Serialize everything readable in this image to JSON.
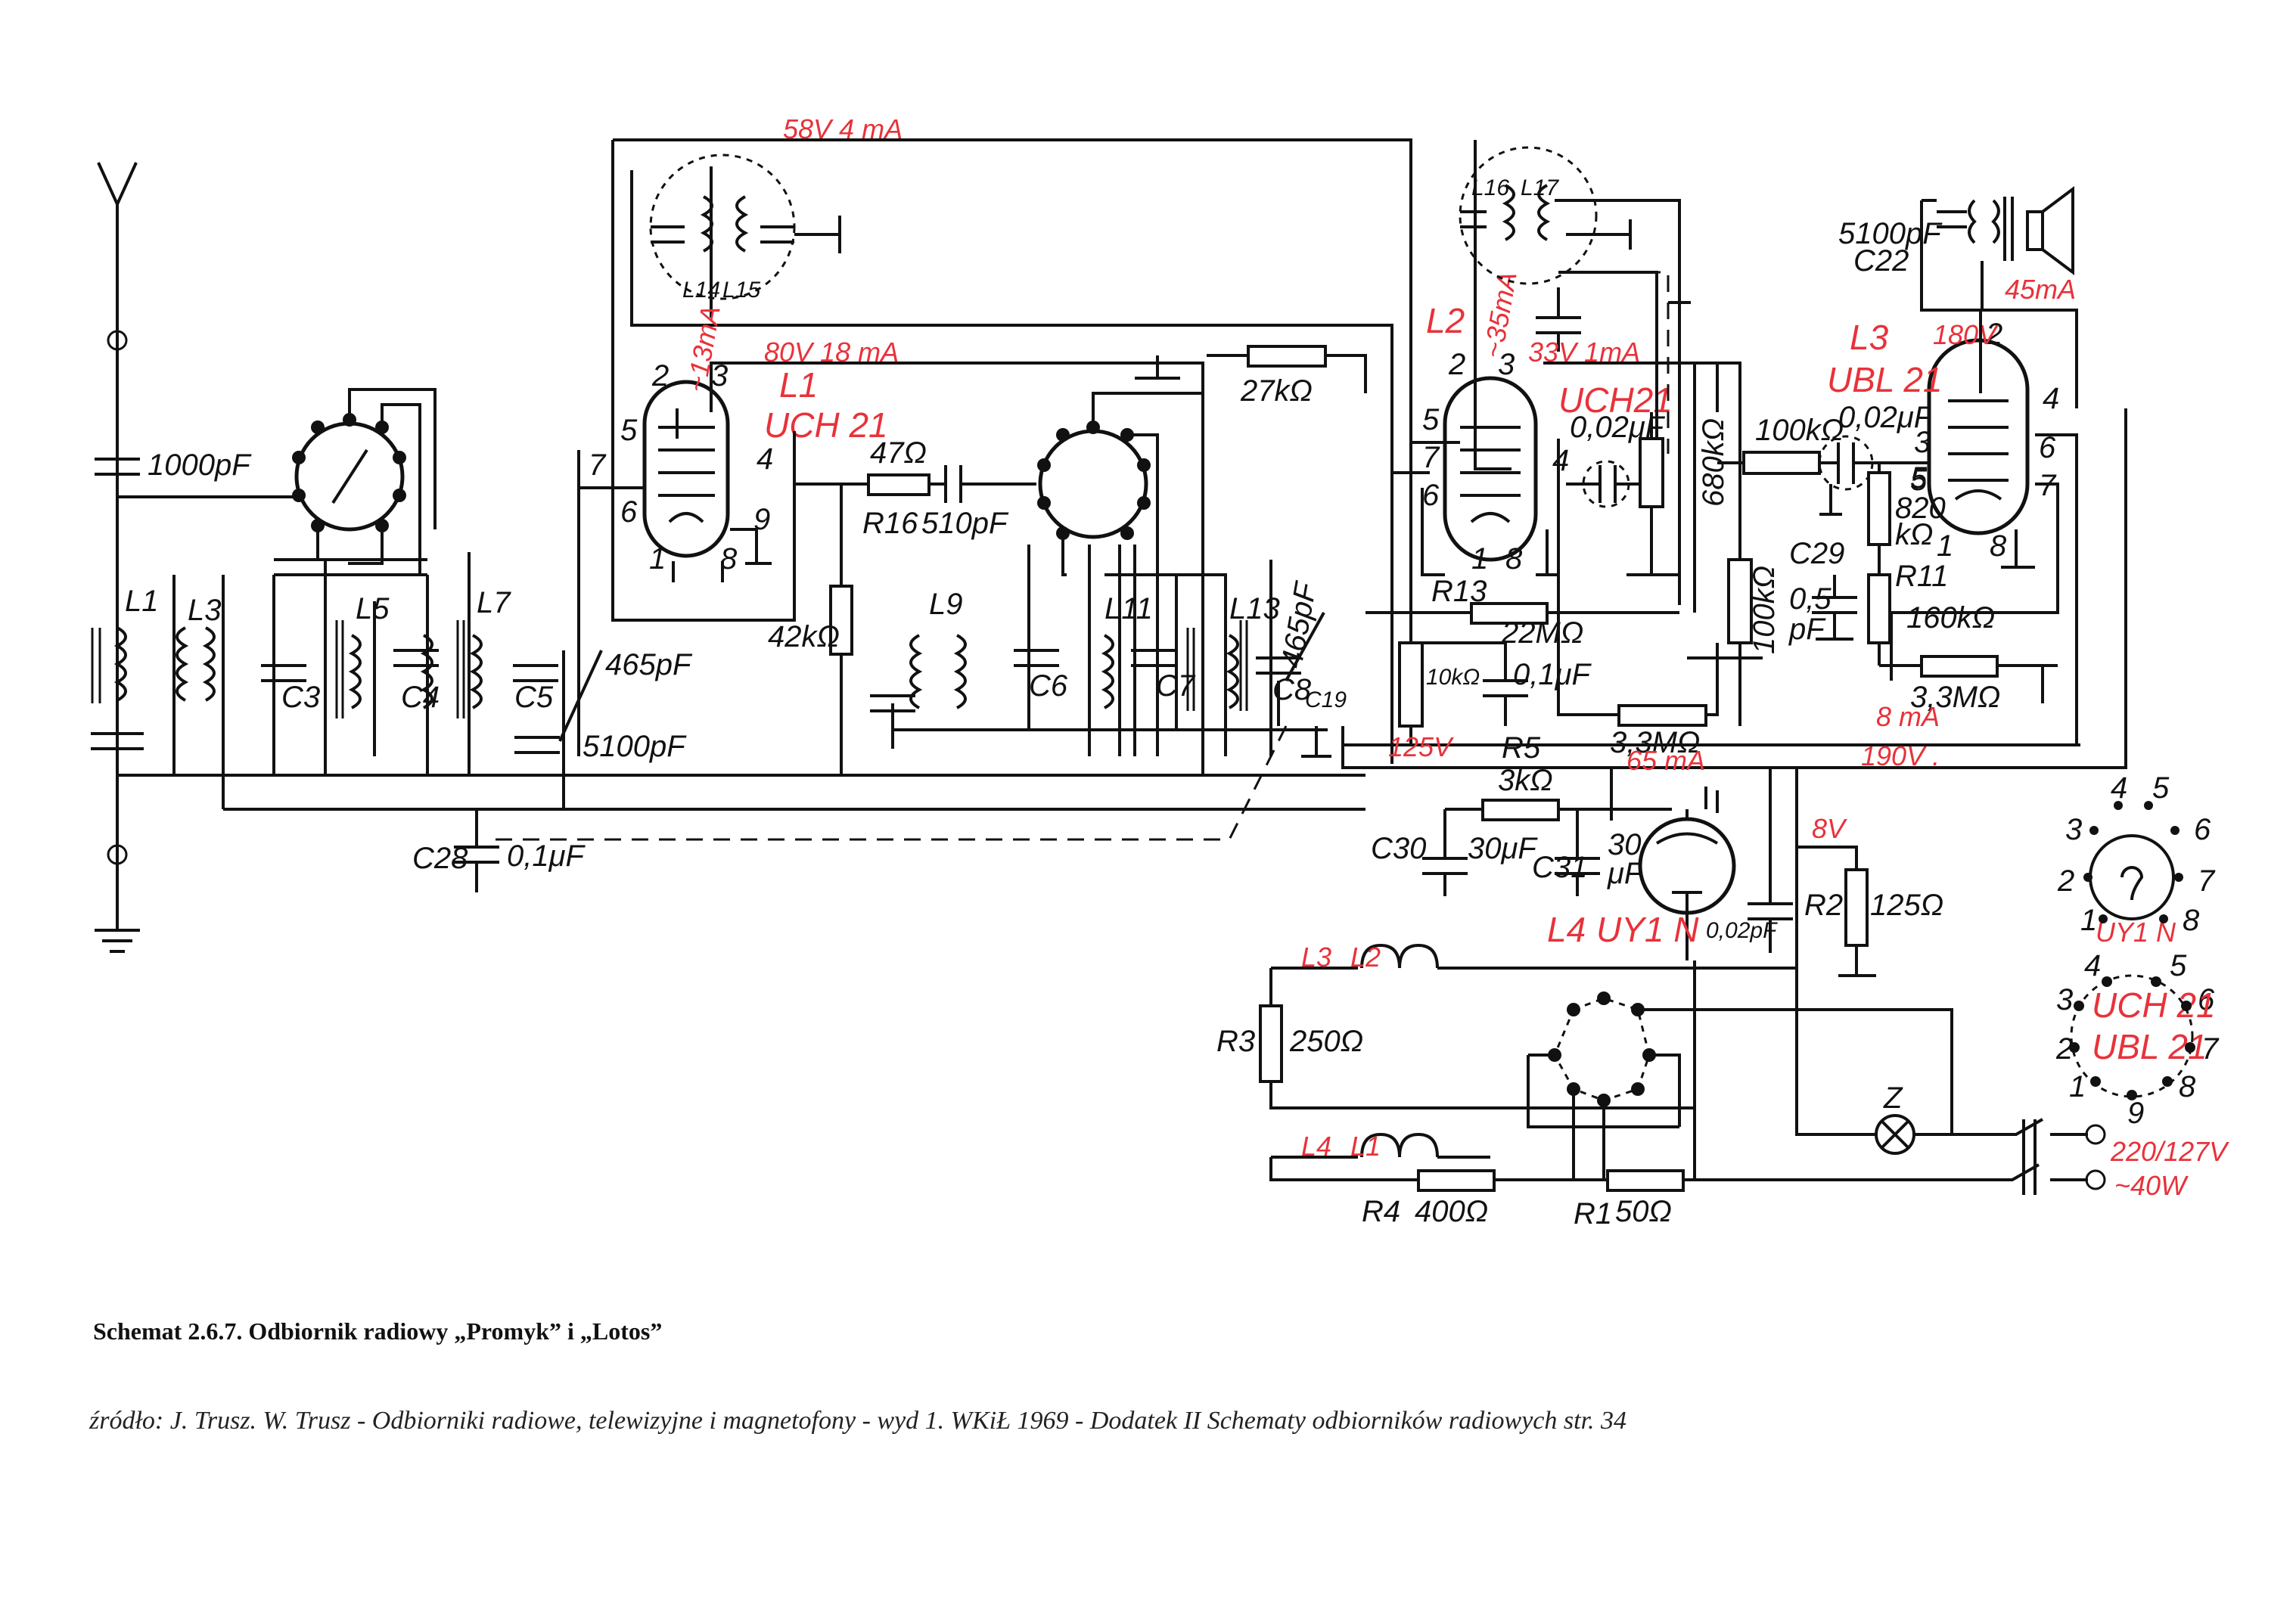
{
  "caption": "Schemat 2.6.7. Odbiornik radiowy „Promyk” i „Lotos”",
  "source": "źródło: J. Trusz. W. Trusz - Odbiorniki radiowe, telewizyjne i magnetofony - wyd 1. WKiŁ 1969 - Dodatek II Schematy odbiorników radiowych str. 34",
  "colors": {
    "ink": "#111111",
    "annotation": "#e8323a",
    "background": "#ffffff"
  },
  "tubes": {
    "l1": {
      "ref": "L1",
      "type": "UCH 21"
    },
    "l2": {
      "ref": "L2",
      "type": "UCH21"
    },
    "l3": {
      "ref": "L3",
      "type": "UBL 21"
    },
    "l4": {
      "ref": "L4",
      "type": "UY1 N"
    }
  },
  "red_annotations": {
    "v58": "58V 4 mA",
    "v80": "80V 18 mA",
    "ma13": "~13mA",
    "ma35": "~35mA",
    "v33": "33V 1mA",
    "v180": "180V",
    "ma45": "45mA",
    "v125": "125V",
    "ma65": "65 mA",
    "v190": "190V .",
    "ma8": "8 mA",
    "v8": "8V",
    "l3f": "L3",
    "l2f": "L2",
    "l4f": "L4",
    "l1f": "L1",
    "uy1n": "UY1 N",
    "uch21": "UCH 21",
    "ubl21": "UBL 21"
  },
  "components": {
    "c1000": "1000pF",
    "l1": "L1",
    "l3": "L3",
    "l5": "L5",
    "l7": "L7",
    "c3": "C3",
    "c4": "C4",
    "c5": "C5",
    "c465a": "465pF",
    "c5100a": "5100pF",
    "c28": "C28",
    "c01a": "0,1μF",
    "l14": "L14",
    "l15": "L15",
    "l16": "L16",
    "l17": "L17",
    "r42k": "42kΩ",
    "r47": "47Ω",
    "r16": "R16",
    "c510": "510pF",
    "r27k": "27kΩ",
    "l9": "L9",
    "l11": "L11",
    "l13": "L13",
    "c6": "C6",
    "c7": "C7",
    "c8": "C8",
    "c19": "C19",
    "c465b": "465pF",
    "c002a": "0,02μF",
    "r680k": "680kΩ",
    "r100k": "100kΩ",
    "c002b": "0,02μF",
    "c5100b": "5100pF",
    "c22": "C22",
    "r820": "820",
    "r820u": "kΩ",
    "r5": "5",
    "r100k2": "100kΩ",
    "c29": "C29",
    "c29v": "0,5",
    "c29u": "pF",
    "r11": "R11",
    "r160k": "160kΩ",
    "r13": "R13",
    "r22m": "22MΩ",
    "r10k": "10kΩ",
    "c01b": "0,1μF",
    "r33ma": "3,3MΩ",
    "r33mb": "3,3MΩ",
    "r5name": "R5",
    "r3k": "3kΩ",
    "c30": "C30",
    "c30v": "30μF",
    "c31": "C31",
    "c31v": "30",
    "c31u": "μF",
    "c002c": "0,02pF",
    "r2": "R2",
    "r125": "125Ω",
    "r3": "R3",
    "r250": "250Ω",
    "r4": "R4",
    "r400": "400Ω",
    "r1": "R1",
    "r50": "50Ω",
    "lampz": "Z",
    "mains1": "220/127V",
    "mains2": "~40W"
  },
  "pins": {
    "l1": [
      "2",
      "3",
      "5",
      "7",
      "6",
      "4",
      "1",
      "8",
      "9"
    ],
    "l2": [
      "2",
      "3",
      "5",
      "7",
      "6",
      "4",
      "1",
      "8"
    ],
    "l3": [
      "2",
      "4",
      "3",
      "6",
      "5",
      "7",
      "1",
      "8"
    ],
    "socket1": [
      "4",
      "5",
      "3",
      "6",
      "2",
      "7",
      "1",
      "8"
    ],
    "socket2": [
      "4",
      "5",
      "3",
      "6",
      "2",
      "7",
      "1",
      "8",
      "9"
    ]
  }
}
